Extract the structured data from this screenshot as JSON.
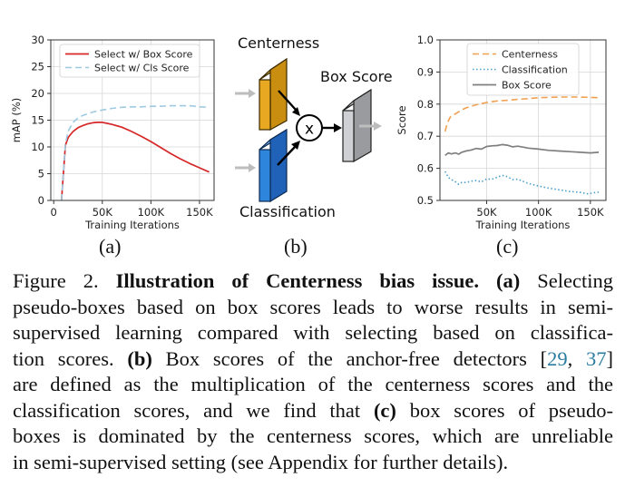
{
  "figure": {
    "sublabels": [
      "(a)",
      "(b)",
      "(c)"
    ],
    "diagram": {
      "centerness_label": "Centerness",
      "classification_label": "Classification",
      "box_score_label": "Box Score",
      "multiply_symbol": "x",
      "colors": {
        "centerness": "#e3a21a",
        "classification": "#2b7fd6",
        "box_score": "#c8c9cc"
      }
    }
  },
  "chart_data": [
    {
      "type": "line",
      "panel": "(a)",
      "title": "",
      "xlabel": "Training Iterations",
      "ylabel": "mAP (%)",
      "xlim": [
        -3000,
        165000
      ],
      "ylim": [
        0,
        30
      ],
      "xticks": [
        0,
        50000,
        100000,
        150000
      ],
      "xtick_labels": [
        "0",
        "50K",
        "100K",
        "150K"
      ],
      "yticks": [
        0,
        5,
        10,
        15,
        20,
        25,
        30
      ],
      "ytick_labels": [
        "0",
        "5",
        "10",
        "15",
        "20",
        "25",
        "30"
      ],
      "grid": true,
      "legend": "top-right",
      "series": [
        {
          "name": "Select w/ Box Score",
          "color": "#d62728",
          "style": "solid",
          "x": [
            8000,
            12000,
            15000,
            20000,
            25000,
            30000,
            35000,
            40000,
            45000,
            50000,
            55000,
            60000,
            70000,
            80000,
            90000,
            100000,
            110000,
            120000,
            130000,
            140000,
            150000,
            160000
          ],
          "y": [
            0,
            10.3,
            11.8,
            12.9,
            13.6,
            14.0,
            14.3,
            14.5,
            14.6,
            14.6,
            14.4,
            14.2,
            13.7,
            12.9,
            12.0,
            11.0,
            9.9,
            8.8,
            7.8,
            6.9,
            6.1,
            5.3
          ]
        },
        {
          "name": "Select w/ Cls Score",
          "color": "#9ecae1",
          "style": "dashed",
          "x": [
            8000,
            12000,
            15000,
            20000,
            25000,
            30000,
            40000,
            50000,
            60000,
            70000,
            80000,
            90000,
            100000,
            110000,
            120000,
            130000,
            140000,
            150000,
            160000
          ],
          "y": [
            0,
            10.6,
            13.0,
            14.6,
            15.4,
            15.9,
            16.5,
            16.9,
            17.2,
            17.4,
            17.5,
            17.5,
            17.6,
            17.6,
            17.7,
            17.7,
            17.7,
            17.5,
            17.4
          ]
        }
      ]
    },
    {
      "type": "line",
      "panel": "(c)",
      "title": "",
      "xlabel": "Training Iterations",
      "ylabel": "Score",
      "xlim": [
        5000,
        165000
      ],
      "ylim": [
        0.5,
        1.0
      ],
      "xticks": [
        50000,
        100000,
        150000
      ],
      "xtick_labels": [
        "50K",
        "100K",
        "150K"
      ],
      "yticks": [
        0.5,
        0.6,
        0.7,
        0.8,
        0.9,
        1.0
      ],
      "ytick_labels": [
        "0.5",
        "0.6",
        "0.7",
        "0.8",
        "0.9",
        "1.0"
      ],
      "grid": true,
      "legend": "top-center",
      "series": [
        {
          "name": "Centerness",
          "color": "#f0a050",
          "style": "dashed",
          "x": [
            10000,
            12000,
            15000,
            20000,
            25000,
            30000,
            40000,
            50000,
            60000,
            70000,
            80000,
            90000,
            100000,
            110000,
            120000,
            130000,
            140000,
            150000,
            158000
          ],
          "y": [
            0.715,
            0.74,
            0.76,
            0.77,
            0.78,
            0.788,
            0.798,
            0.805,
            0.81,
            0.812,
            0.815,
            0.817,
            0.82,
            0.821,
            0.822,
            0.822,
            0.822,
            0.821,
            0.82
          ]
        },
        {
          "name": "Classification",
          "color": "#4a9fc8",
          "style": "dotted",
          "x": [
            10000,
            13000,
            16000,
            20000,
            23000,
            26000,
            30000,
            35000,
            40000,
            45000,
            50000,
            55000,
            60000,
            65000,
            70000,
            75000,
            80000,
            90000,
            100000,
            110000,
            120000,
            130000,
            140000,
            148000,
            153000,
            158000
          ],
          "y": [
            0.59,
            0.572,
            0.565,
            0.558,
            0.55,
            0.556,
            0.556,
            0.56,
            0.562,
            0.558,
            0.567,
            0.566,
            0.572,
            0.578,
            0.574,
            0.565,
            0.566,
            0.553,
            0.545,
            0.538,
            0.533,
            0.528,
            0.525,
            0.52,
            0.524,
            0.526
          ]
        },
        {
          "name": "Box Score",
          "color": "#7f7f7f",
          "style": "solid",
          "x": [
            10000,
            13000,
            16000,
            20000,
            23000,
            26000,
            30000,
            35000,
            40000,
            45000,
            50000,
            55000,
            60000,
            65000,
            70000,
            75000,
            80000,
            85000,
            90000,
            100000,
            110000,
            120000,
            130000,
            140000,
            150000,
            158000
          ],
          "y": [
            0.64,
            0.648,
            0.645,
            0.648,
            0.644,
            0.65,
            0.654,
            0.657,
            0.662,
            0.66,
            0.668,
            0.67,
            0.671,
            0.674,
            0.672,
            0.667,
            0.669,
            0.666,
            0.663,
            0.66,
            0.656,
            0.654,
            0.652,
            0.65,
            0.648,
            0.65
          ]
        }
      ]
    }
  ],
  "caption": {
    "lines": [
      [
        {
          "t": "Figure 2.  "
        },
        {
          "t": "Illustration of Centerness bias issue.",
          "b": true
        },
        {
          "t": "  "
        },
        {
          "t": "(a)",
          "b": true
        },
        {
          "t": " Selecting"
        }
      ],
      [
        {
          "t": "pseudo-boxes based on box scores leads to worse results in semi-"
        }
      ],
      [
        {
          "t": "supervised learning compared with selecting based on classifica-"
        }
      ],
      [
        {
          "t": "tion scores.  "
        },
        {
          "t": "(b)",
          "b": true
        },
        {
          "t": " Box scores of the anchor-free detectors ["
        },
        {
          "t": "29",
          "c": true
        },
        {
          "t": ", "
        },
        {
          "t": "37",
          "c": true
        },
        {
          "t": "]"
        }
      ],
      [
        {
          "t": "are defined as the multiplication of the centerness scores and the"
        }
      ],
      [
        {
          "t": "classification scores, and we find that "
        },
        {
          "t": "(c)",
          "b": true
        },
        {
          "t": " box scores of pseudo-"
        }
      ],
      [
        {
          "t": "boxes is dominated by the centerness scores, which are unreliable"
        }
      ],
      [
        {
          "t": "in semi-supervised setting (see Appendix for further details)."
        }
      ]
    ]
  }
}
